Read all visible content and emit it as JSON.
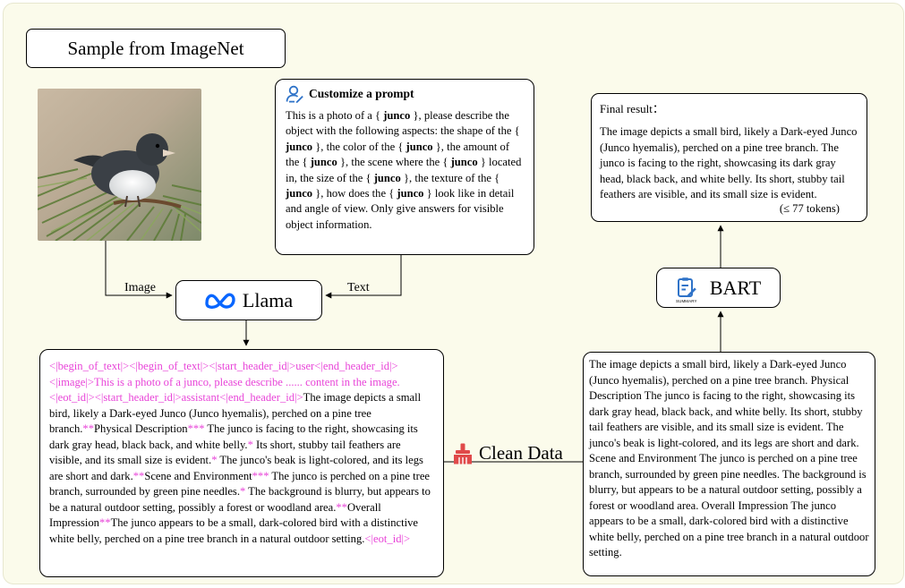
{
  "title": "Sample from ImageNet",
  "prompt": {
    "title": "Customize a prompt",
    "parts": [
      {
        "t": "This is a photo of a { "
      },
      {
        "t": "junco",
        "b": true
      },
      {
        "t": " }, please describe the object with the following aspects: the shape of the { "
      },
      {
        "t": "junco",
        "b": true
      },
      {
        "t": " }, the color of the { "
      },
      {
        "t": "junco",
        "b": true
      },
      {
        "t": " }, the amount of the { "
      },
      {
        "t": "junco",
        "b": true
      },
      {
        "t": " }, the scene where the { "
      },
      {
        "t": "junco",
        "b": true
      },
      {
        "t": " } located in, the size of the { "
      },
      {
        "t": "junco",
        "b": true
      },
      {
        "t": " }, the texture of the { "
      },
      {
        "t": "junco",
        "b": true
      },
      {
        "t": " }, how does the { "
      },
      {
        "t": "junco",
        "b": true
      },
      {
        "t": " } look like in detail and angle of view. Only give answers for visible object information."
      }
    ]
  },
  "edge_labels": {
    "image": "Image",
    "text": "Text"
  },
  "llama": {
    "label": "Llama"
  },
  "bart": {
    "label": "BART",
    "icon_caption": "SUMMARY"
  },
  "clean_label": "Clean Data",
  "final": {
    "label": "Final result：",
    "text": "The image depicts a small bird, likely a Dark-eyed Junco (Junco hyemalis), perched on a pine tree branch. The junco is facing to the right, showcasing its dark gray head, black back, and white belly. Its short, stubby tail feathers are visible, and its small size is evident.",
    "tokens": "(≤ 77 tokens)"
  },
  "raw_output": [
    {
      "t": "<|begin_of_text|><|begin_of_text|><|start_header_id|>user<|end_header_id|><|image|>This is a photo of a junco, please describe ...... content in the image.<|eot_id|><|start_header_id|>assistant<|end_header_id|>",
      "pink": true
    },
    {
      "t": "The image depicts a small bird, likely a Dark-eyed Junco (Junco hyemalis), perched on a pine tree branch."
    },
    {
      "t": "**",
      "pink": true
    },
    {
      "t": "Physical Description"
    },
    {
      "t": "***",
      "pink": true
    },
    {
      "t": " The junco is facing to the right, showcasing its dark gray head, black back, and white belly."
    },
    {
      "t": "*",
      "pink": true
    },
    {
      "t": " Its short, stubby tail feathers are visible, and its small size is evident."
    },
    {
      "t": "*",
      "pink": true
    },
    {
      "t": " The junco's beak is light-colored, and its legs are short and dark."
    },
    {
      "t": "**",
      "pink": true
    },
    {
      "t": "Scene and Environment"
    },
    {
      "t": "***",
      "pink": true
    },
    {
      "t": " The junco is perched on a pine tree branch, surrounded by green pine needles."
    },
    {
      "t": "*",
      "pink": true
    },
    {
      "t": " The background is blurry, but appears to be a natural outdoor setting, possibly a forest or woodland area."
    },
    {
      "t": "**",
      "pink": true
    },
    {
      "t": "Overall Impression"
    },
    {
      "t": "**",
      "pink": true
    },
    {
      "t": "The junco appears to be a small, dark-colored bird with a distinctive white belly, perched on a pine tree branch in a natural outdoor setting."
    },
    {
      "t": "<|eot_id|>",
      "pink": true
    }
  ],
  "clean_output": "The image depicts a small bird, likely a Dark-eyed Junco (Junco hyemalis), perched on a pine tree branch. Physical Description The junco is facing to the right, showcasing its dark gray head, black back, and white belly. Its short, stubby tail feathers are visible, and its small size is evident. The junco's beak is light-colored, and its legs are short and dark. Scene and Environment The junco is perched on a pine tree branch, surrounded by green pine needles. The background is blurry, but appears to be a natural outdoor setting, possibly a forest or woodland area. Overall Impression The junco appears to be a small, dark-colored bird with a distinctive white belly, perched on a pine tree branch in a natural outdoor setting.",
  "colors": {
    "special_token": "#e844d8",
    "meta_blue": "#0866ff",
    "clean_red": "#e04a4a",
    "icon_blue": "#2f73c8"
  }
}
